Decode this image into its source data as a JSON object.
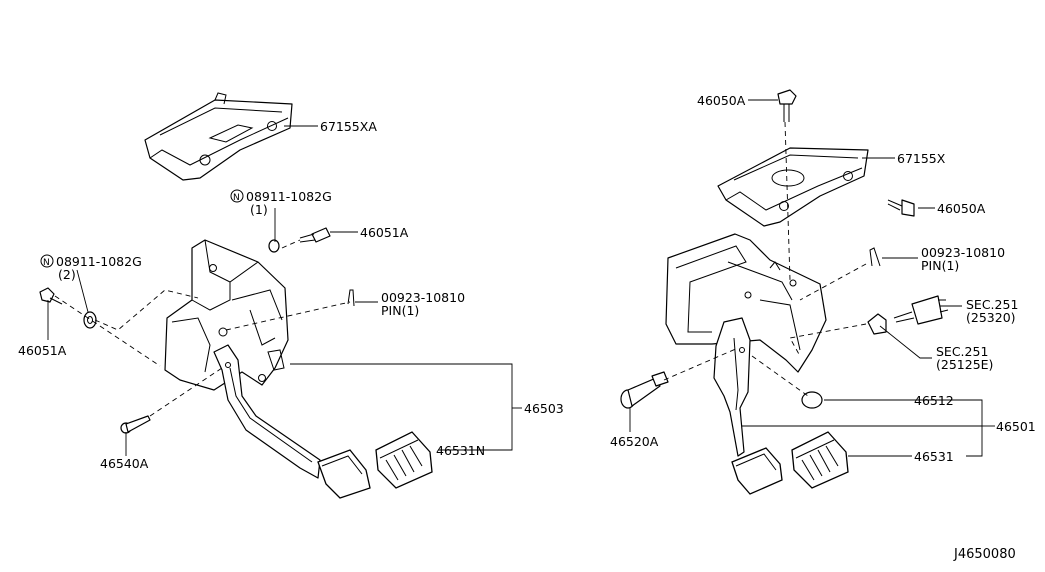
{
  "labels": {
    "p67155XA": "67155XA",
    "n08911_upper": "08911-1082G",
    "n08911_upper_qty": "(1)",
    "p46051A_top": "46051A",
    "n08911_left": "08911-1082G",
    "n08911_left_qty": "(2)",
    "p46051A_left": "46051A",
    "p00923_left": "00923-10810",
    "pin_left": "PIN(1)",
    "p46503": "46503",
    "p46540A": "46540A",
    "p46531N": "46531N",
    "p46050A_top": "46050A",
    "p67155X": "67155X",
    "p46050A_right": "46050A",
    "p00923_right": "00923-10810",
    "pin_right": "PIN(1)",
    "sec251_a": "SEC.251",
    "sec251_a_sub": "(25320)",
    "sec251_b": "SEC.251",
    "sec251_b_sub": "(25125E)",
    "p46512": "46512",
    "p46501": "46501",
    "p46520A": "46520A",
    "p46531": "46531",
    "n_symbol": "N",
    "drawing_id": "J4650080"
  }
}
